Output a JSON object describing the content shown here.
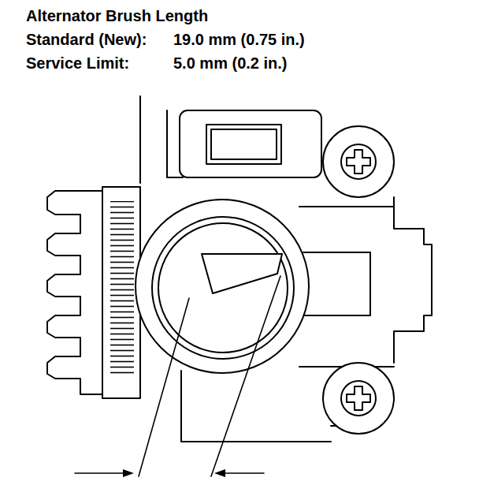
{
  "diagram": {
    "title": "Alternator Brush Length",
    "labels": [
      "Standard (New):",
      "19.0 mm (0.75 in.)",
      "Service Limit:",
      "5.0 mm (0.2 in.)"
    ]
  }
}
